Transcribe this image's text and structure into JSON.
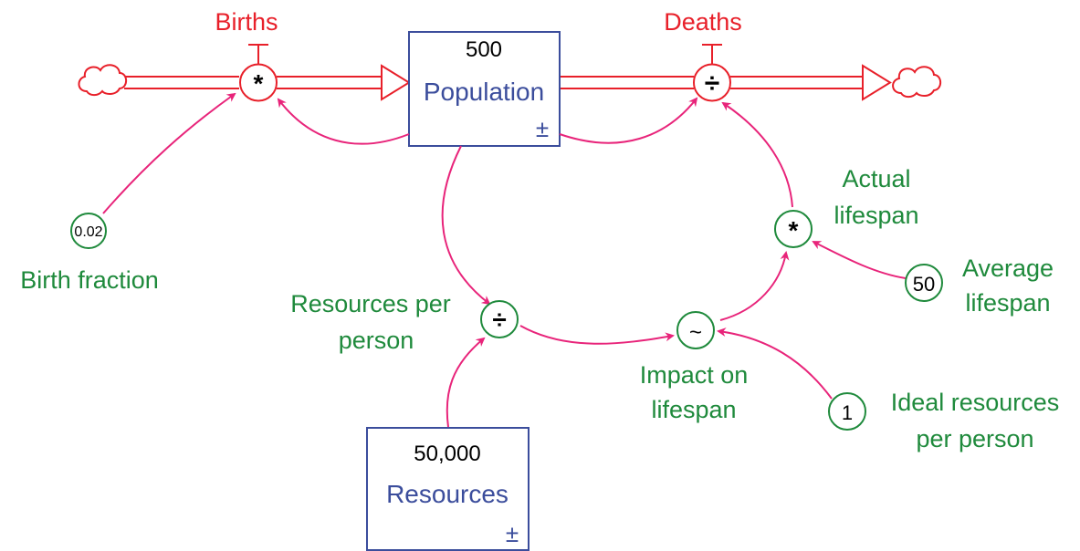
{
  "colors": {
    "flow": "#e8202a",
    "stock": "#3b4d9c",
    "auxiliary": "#1f8a3c",
    "connector": "#e8247a",
    "text_black": "#000000"
  },
  "flows": {
    "births": {
      "label": "Births",
      "operator": "*",
      "icon": "valve-icon"
    },
    "deaths": {
      "label": "Deaths",
      "operator": "÷",
      "icon": "valve-icon"
    }
  },
  "stocks": {
    "population": {
      "label": "Population",
      "value": "500",
      "pm": "±"
    },
    "resources": {
      "label": "Resources",
      "value": "50,000",
      "pm": "±"
    }
  },
  "auxiliaries": {
    "birth_fraction": {
      "label": "Birth fraction",
      "value": "0.02"
    },
    "resources_per_person": {
      "label_line1": "Resources per",
      "label_line2": "person",
      "operator": "÷"
    },
    "impact_on_lifespan": {
      "label_line1": "Impact on",
      "label_line2": "lifespan",
      "operator": "~"
    },
    "actual_lifespan": {
      "label_line1": "Actual",
      "label_line2": "lifespan",
      "operator": "*"
    },
    "average_lifespan": {
      "label_line1": "Average",
      "label_line2": "lifespan",
      "value": "50"
    },
    "ideal_resources": {
      "label_line1": "Ideal resources",
      "label_line2": "per person",
      "value": "1"
    }
  },
  "clouds": [
    "source-cloud-icon",
    "sink-cloud-icon"
  ]
}
